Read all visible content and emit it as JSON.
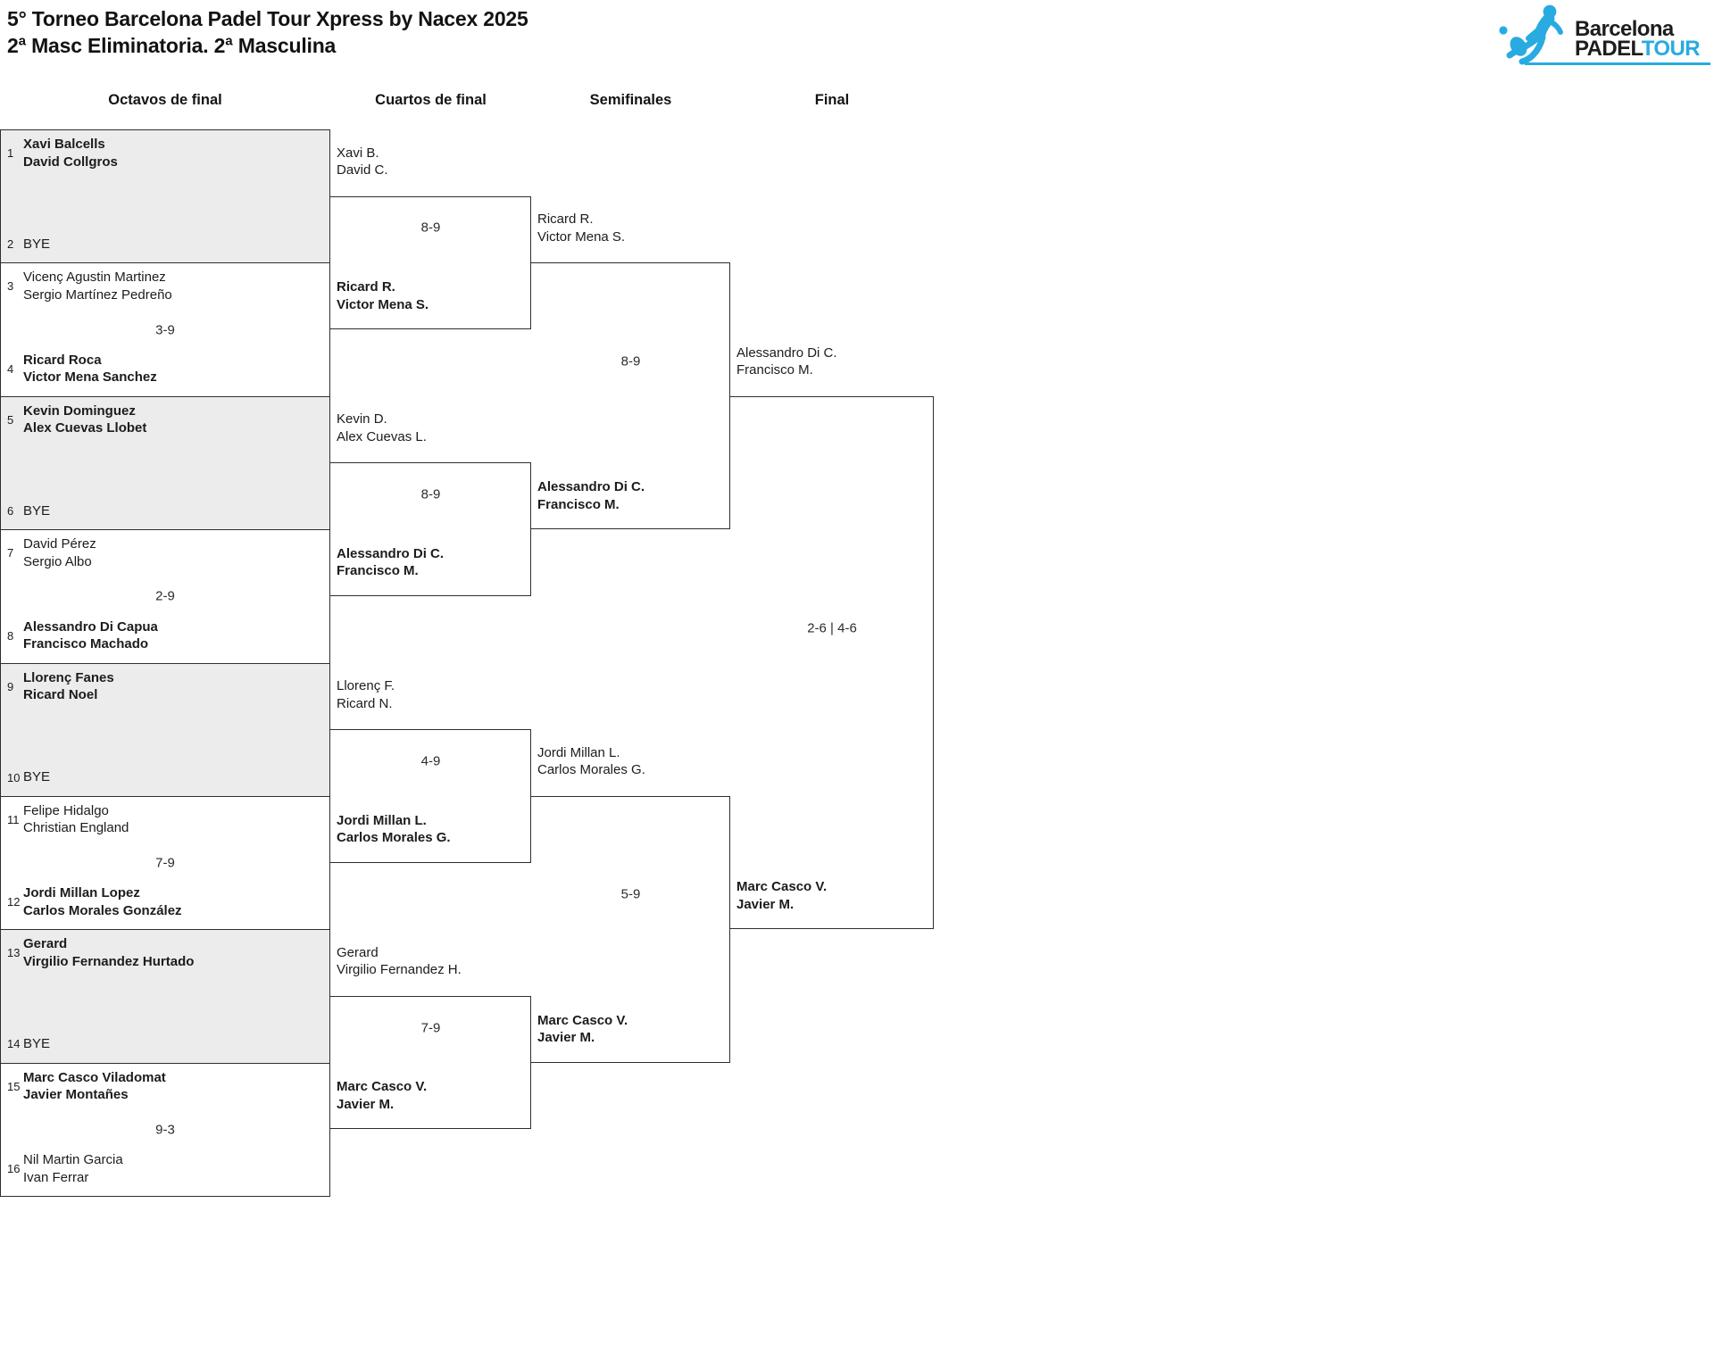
{
  "title": {
    "line1": "5° Torneo Barcelona Padel Tour Xpress by Nacex 2025",
    "line2": "2ª Masc Eliminatoria. 2ª Masculina"
  },
  "logo": {
    "line1": "Barcelona",
    "line2_black": "PADEL",
    "line2_blue": "TOUR",
    "blue": "#29abe2",
    "black": "#1d1d1b"
  },
  "colors": {
    "border": "#2e2e2e",
    "bye_fill": "#ececec",
    "text": "#1c1c1c"
  },
  "rounds": [
    {
      "name": "Octavos de final",
      "matches": [
        {
          "bye": true,
          "score": "",
          "top": {
            "seed": "1",
            "lines": [
              "Xavi Balcells",
              "David Collgros"
            ],
            "bold": true
          },
          "bottom": {
            "seed": "2",
            "lines": [
              "BYE"
            ],
            "bold": false
          }
        },
        {
          "bye": false,
          "score": "3-9",
          "top": {
            "seed": "3",
            "lines": [
              "Vicenç Agustin Martinez",
              "Sergio Martínez Pedreño"
            ],
            "bold": false
          },
          "bottom": {
            "seed": "4",
            "lines": [
              "Ricard Roca",
              "Victor Mena Sanchez"
            ],
            "bold": true
          }
        },
        {
          "bye": true,
          "score": "",
          "top": {
            "seed": "5",
            "lines": [
              "Kevin Dominguez",
              "Alex Cuevas Llobet"
            ],
            "bold": true
          },
          "bottom": {
            "seed": "6",
            "lines": [
              "BYE"
            ],
            "bold": false
          }
        },
        {
          "bye": false,
          "score": "2-9",
          "top": {
            "seed": "7",
            "lines": [
              "David Pérez",
              "Sergio Albo"
            ],
            "bold": false
          },
          "bottom": {
            "seed": "8",
            "lines": [
              "Alessandro Di Capua",
              "Francisco Machado"
            ],
            "bold": true
          }
        },
        {
          "bye": true,
          "score": "",
          "top": {
            "seed": "9",
            "lines": [
              "Llorenç Fanes",
              "Ricard Noel"
            ],
            "bold": true
          },
          "bottom": {
            "seed": "10",
            "lines": [
              "BYE"
            ],
            "bold": false
          }
        },
        {
          "bye": false,
          "score": "7-9",
          "top": {
            "seed": "11",
            "lines": [
              "Felipe Hidalgo",
              "Christian England"
            ],
            "bold": false
          },
          "bottom": {
            "seed": "12",
            "lines": [
              "Jordi Millan Lopez",
              "Carlos Morales González"
            ],
            "bold": true
          }
        },
        {
          "bye": true,
          "score": "",
          "top": {
            "seed": "13",
            "lines": [
              "Gerard",
              "Virgilio Fernandez Hurtado"
            ],
            "bold": true
          },
          "bottom": {
            "seed": "14",
            "lines": [
              "BYE"
            ],
            "bold": false
          }
        },
        {
          "bye": false,
          "score": "9-3",
          "top": {
            "seed": "15",
            "lines": [
              "Marc Casco Viladomat",
              "Javier Montañes"
            ],
            "bold": true
          },
          "bottom": {
            "seed": "16",
            "lines": [
              "Nil Martin Garcia",
              "Ivan Ferrar"
            ],
            "bold": false
          }
        }
      ]
    },
    {
      "name": "Cuartos de final",
      "matches": [
        {
          "score": "8-9",
          "top": {
            "lines": [
              "Xavi B.",
              "David C."
            ],
            "bold": false
          },
          "bottom": {
            "lines": [
              "Ricard R.",
              "Victor Mena S."
            ],
            "bold": true
          }
        },
        {
          "score": "8-9",
          "top": {
            "lines": [
              "Kevin D.",
              "Alex Cuevas L."
            ],
            "bold": false
          },
          "bottom": {
            "lines": [
              "Alessandro Di C.",
              "Francisco M."
            ],
            "bold": true
          }
        },
        {
          "score": "4-9",
          "top": {
            "lines": [
              "Llorenç F.",
              "Ricard N."
            ],
            "bold": false
          },
          "bottom": {
            "lines": [
              "Jordi Millan L.",
              "Carlos Morales G."
            ],
            "bold": true
          }
        },
        {
          "score": "7-9",
          "top": {
            "lines": [
              "Gerard",
              "Virgilio Fernandez H."
            ],
            "bold": false
          },
          "bottom": {
            "lines": [
              "Marc Casco V.",
              "Javier M."
            ],
            "bold": true
          }
        }
      ]
    },
    {
      "name": "Semifinales",
      "matches": [
        {
          "score": "8-9",
          "top": {
            "lines": [
              "Ricard R.",
              "Victor Mena S."
            ],
            "bold": false
          },
          "bottom": {
            "lines": [
              "Alessandro Di C.",
              "Francisco M."
            ],
            "bold": true
          }
        },
        {
          "score": "5-9",
          "top": {
            "lines": [
              "Jordi Millan L.",
              "Carlos Morales G."
            ],
            "bold": false
          },
          "bottom": {
            "lines": [
              "Marc Casco V.",
              "Javier M."
            ],
            "bold": true
          }
        }
      ]
    },
    {
      "name": "Final",
      "matches": [
        {
          "score": "2-6 | 4-6",
          "top": {
            "lines": [
              "Alessandro Di C.",
              "Francisco M."
            ],
            "bold": false
          },
          "bottom": {
            "lines": [
              "Marc Casco V.",
              "Javier M."
            ],
            "bold": true
          }
        }
      ]
    }
  ]
}
